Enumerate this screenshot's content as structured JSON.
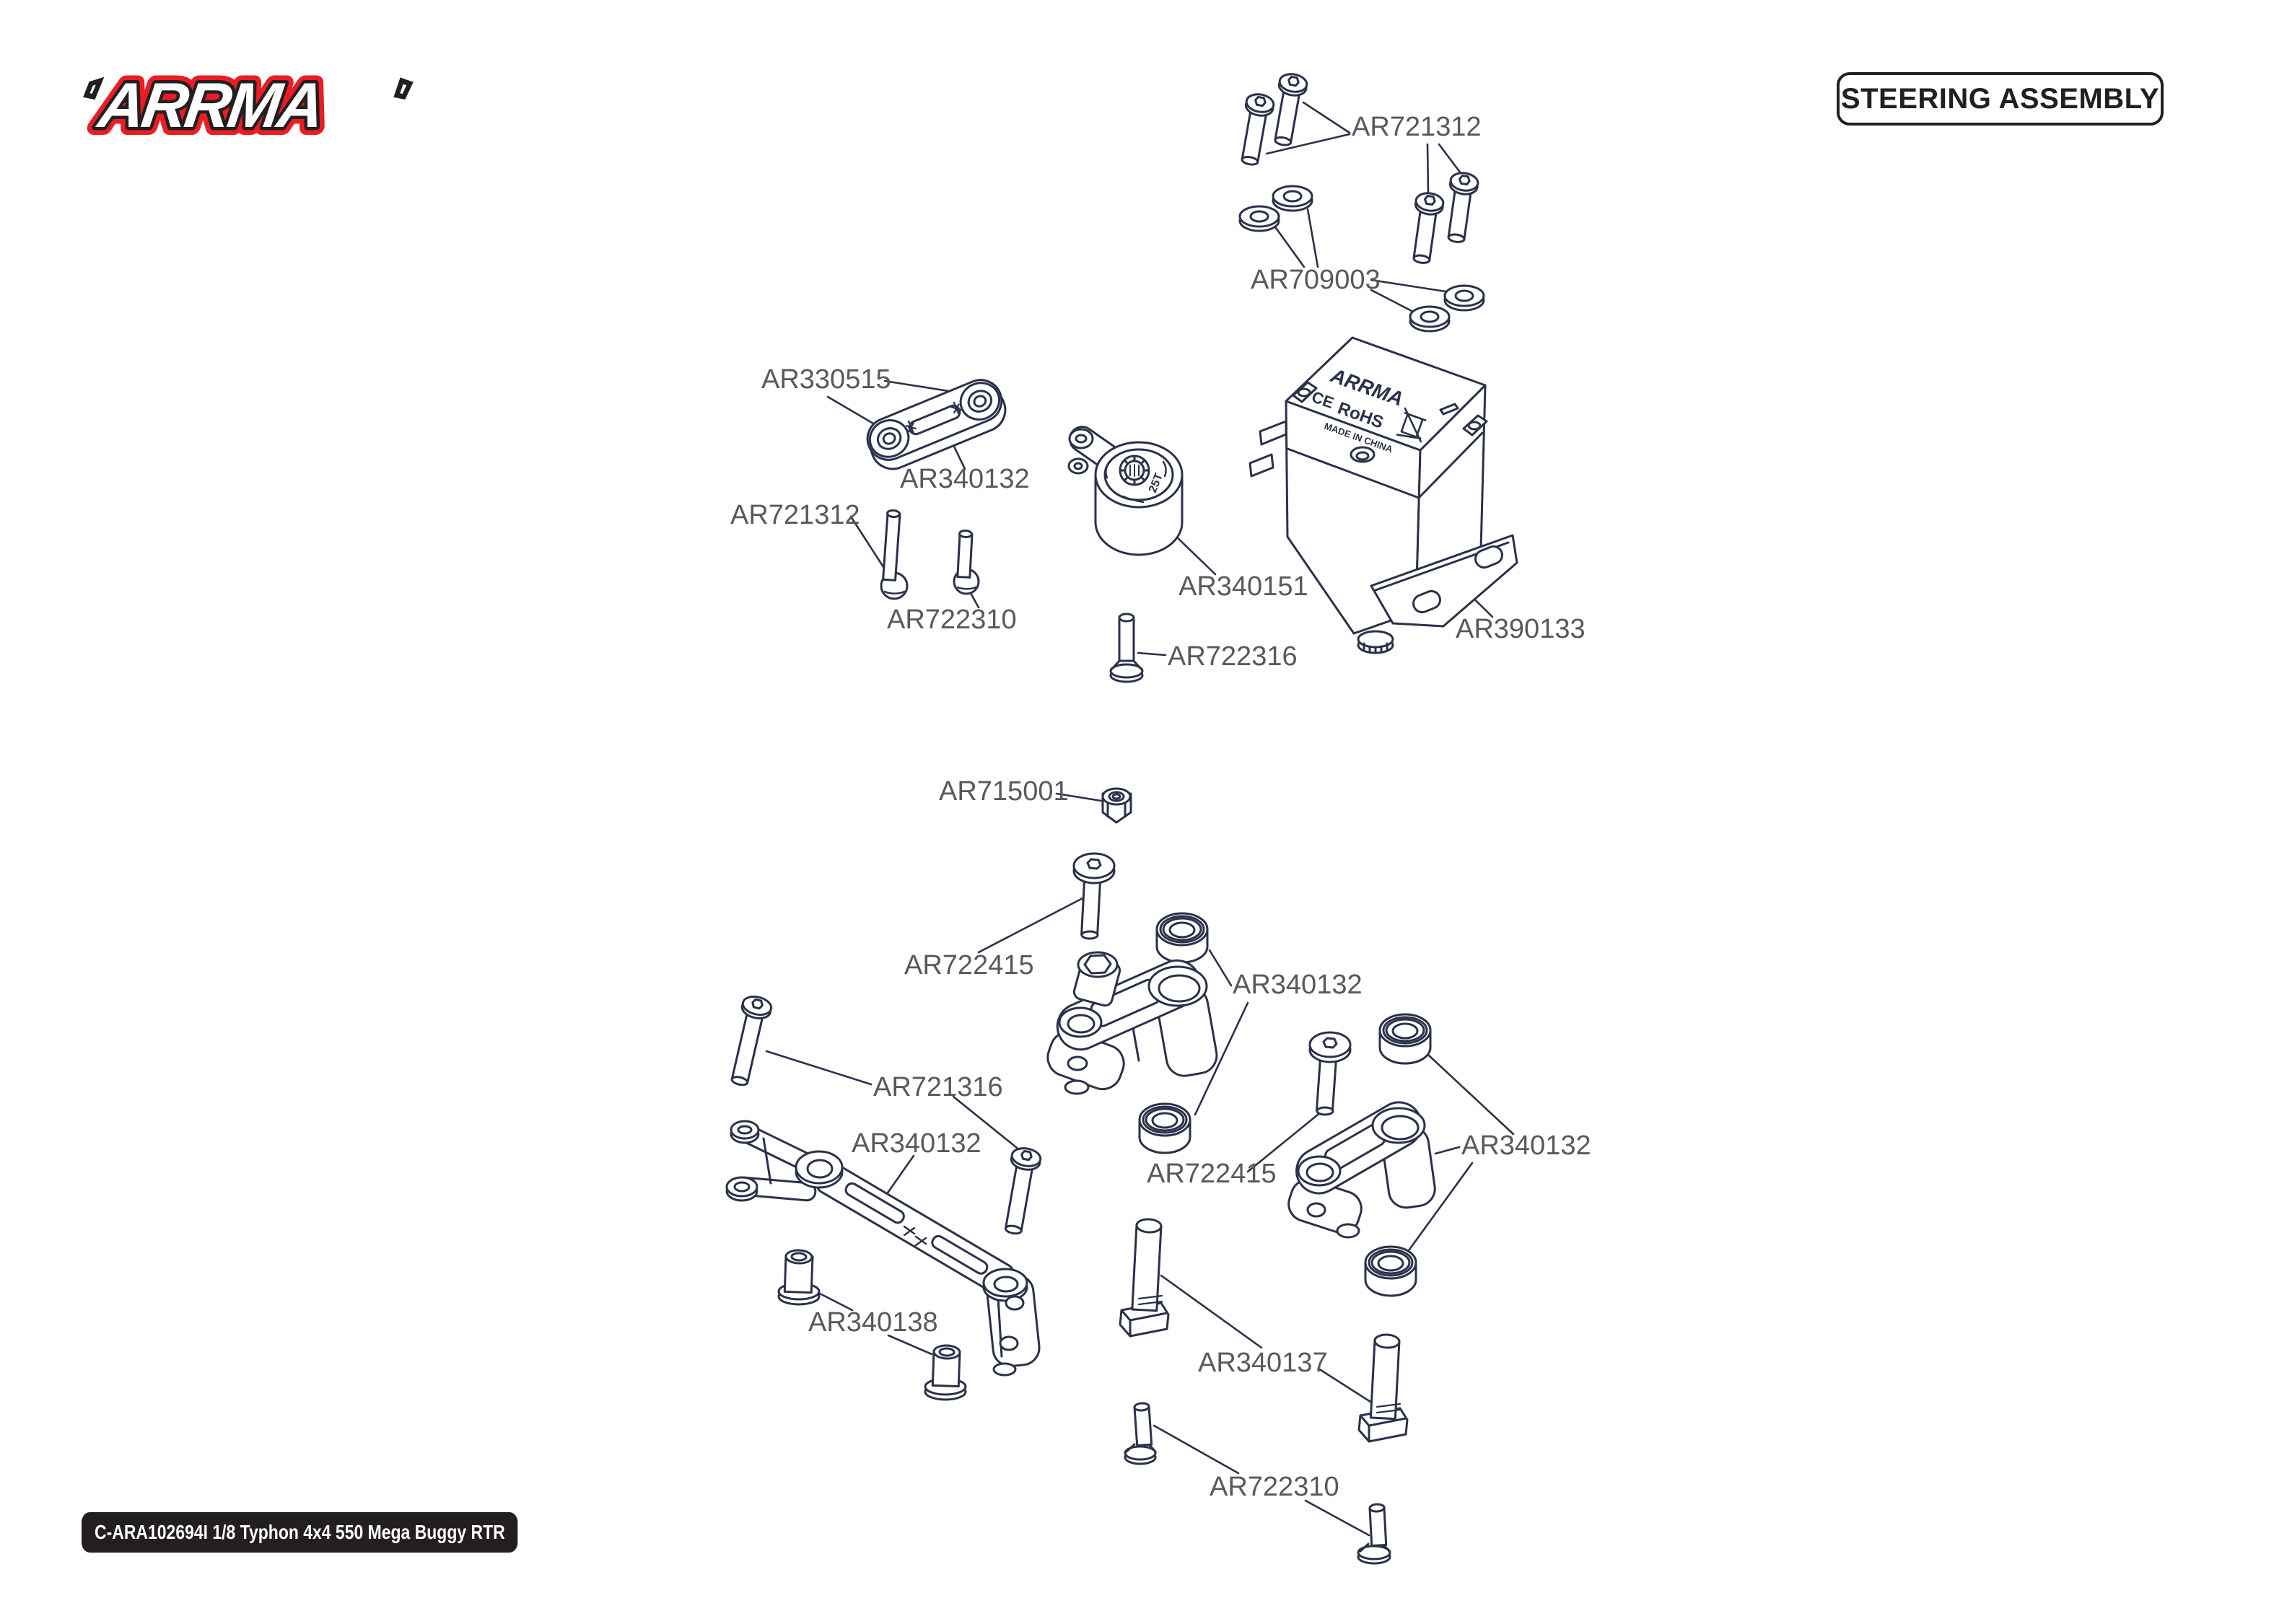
{
  "logo": {
    "brand": "ARRMA",
    "accent_red": "#ec1c24",
    "outline_black": "#231f20"
  },
  "header": {
    "title": "STEERING ASSEMBLY"
  },
  "footer": {
    "model_code": "C-ARA102694I 1/8 Typhon 4x4 550 Mega Buggy RTR"
  },
  "part_labels": [
    {
      "id": 0,
      "text": "AR721312"
    },
    {
      "id": 1,
      "text": "AR709003"
    },
    {
      "id": 2,
      "text": "AR330515"
    },
    {
      "id": 3,
      "text": "AR340132"
    },
    {
      "id": 4,
      "text": "AR721312"
    },
    {
      "id": 5,
      "text": "AR722310"
    },
    {
      "id": 6,
      "text": "AR340151"
    },
    {
      "id": 7,
      "text": "AR722316"
    },
    {
      "id": 8,
      "text": "AR390133"
    },
    {
      "id": 9,
      "text": "AR715001"
    },
    {
      "id": 10,
      "text": "AR722415"
    },
    {
      "id": 11,
      "text": "AR340132"
    },
    {
      "id": 12,
      "text": "AR721316"
    },
    {
      "id": 13,
      "text": "AR340132"
    },
    {
      "id": 14,
      "text": "AR722415"
    },
    {
      "id": 15,
      "text": "AR340132"
    },
    {
      "id": 16,
      "text": "AR340138"
    },
    {
      "id": 17,
      "text": "AR340137"
    },
    {
      "id": 18,
      "text": "AR722310"
    }
  ],
  "servo_markings": {
    "brand": "ARRMA",
    "ce": "CE",
    "rohs": "RoHS",
    "made_in": "MADE IN CHINA",
    "weee_icon": "crossed-out-bin-icon"
  },
  "servo_saver": {
    "spline_text": "25T"
  },
  "colors": {
    "line": "#2b3149",
    "label_text": "#58595b",
    "footer_bg": "#231f20",
    "logo_red": "#ec1c24"
  }
}
